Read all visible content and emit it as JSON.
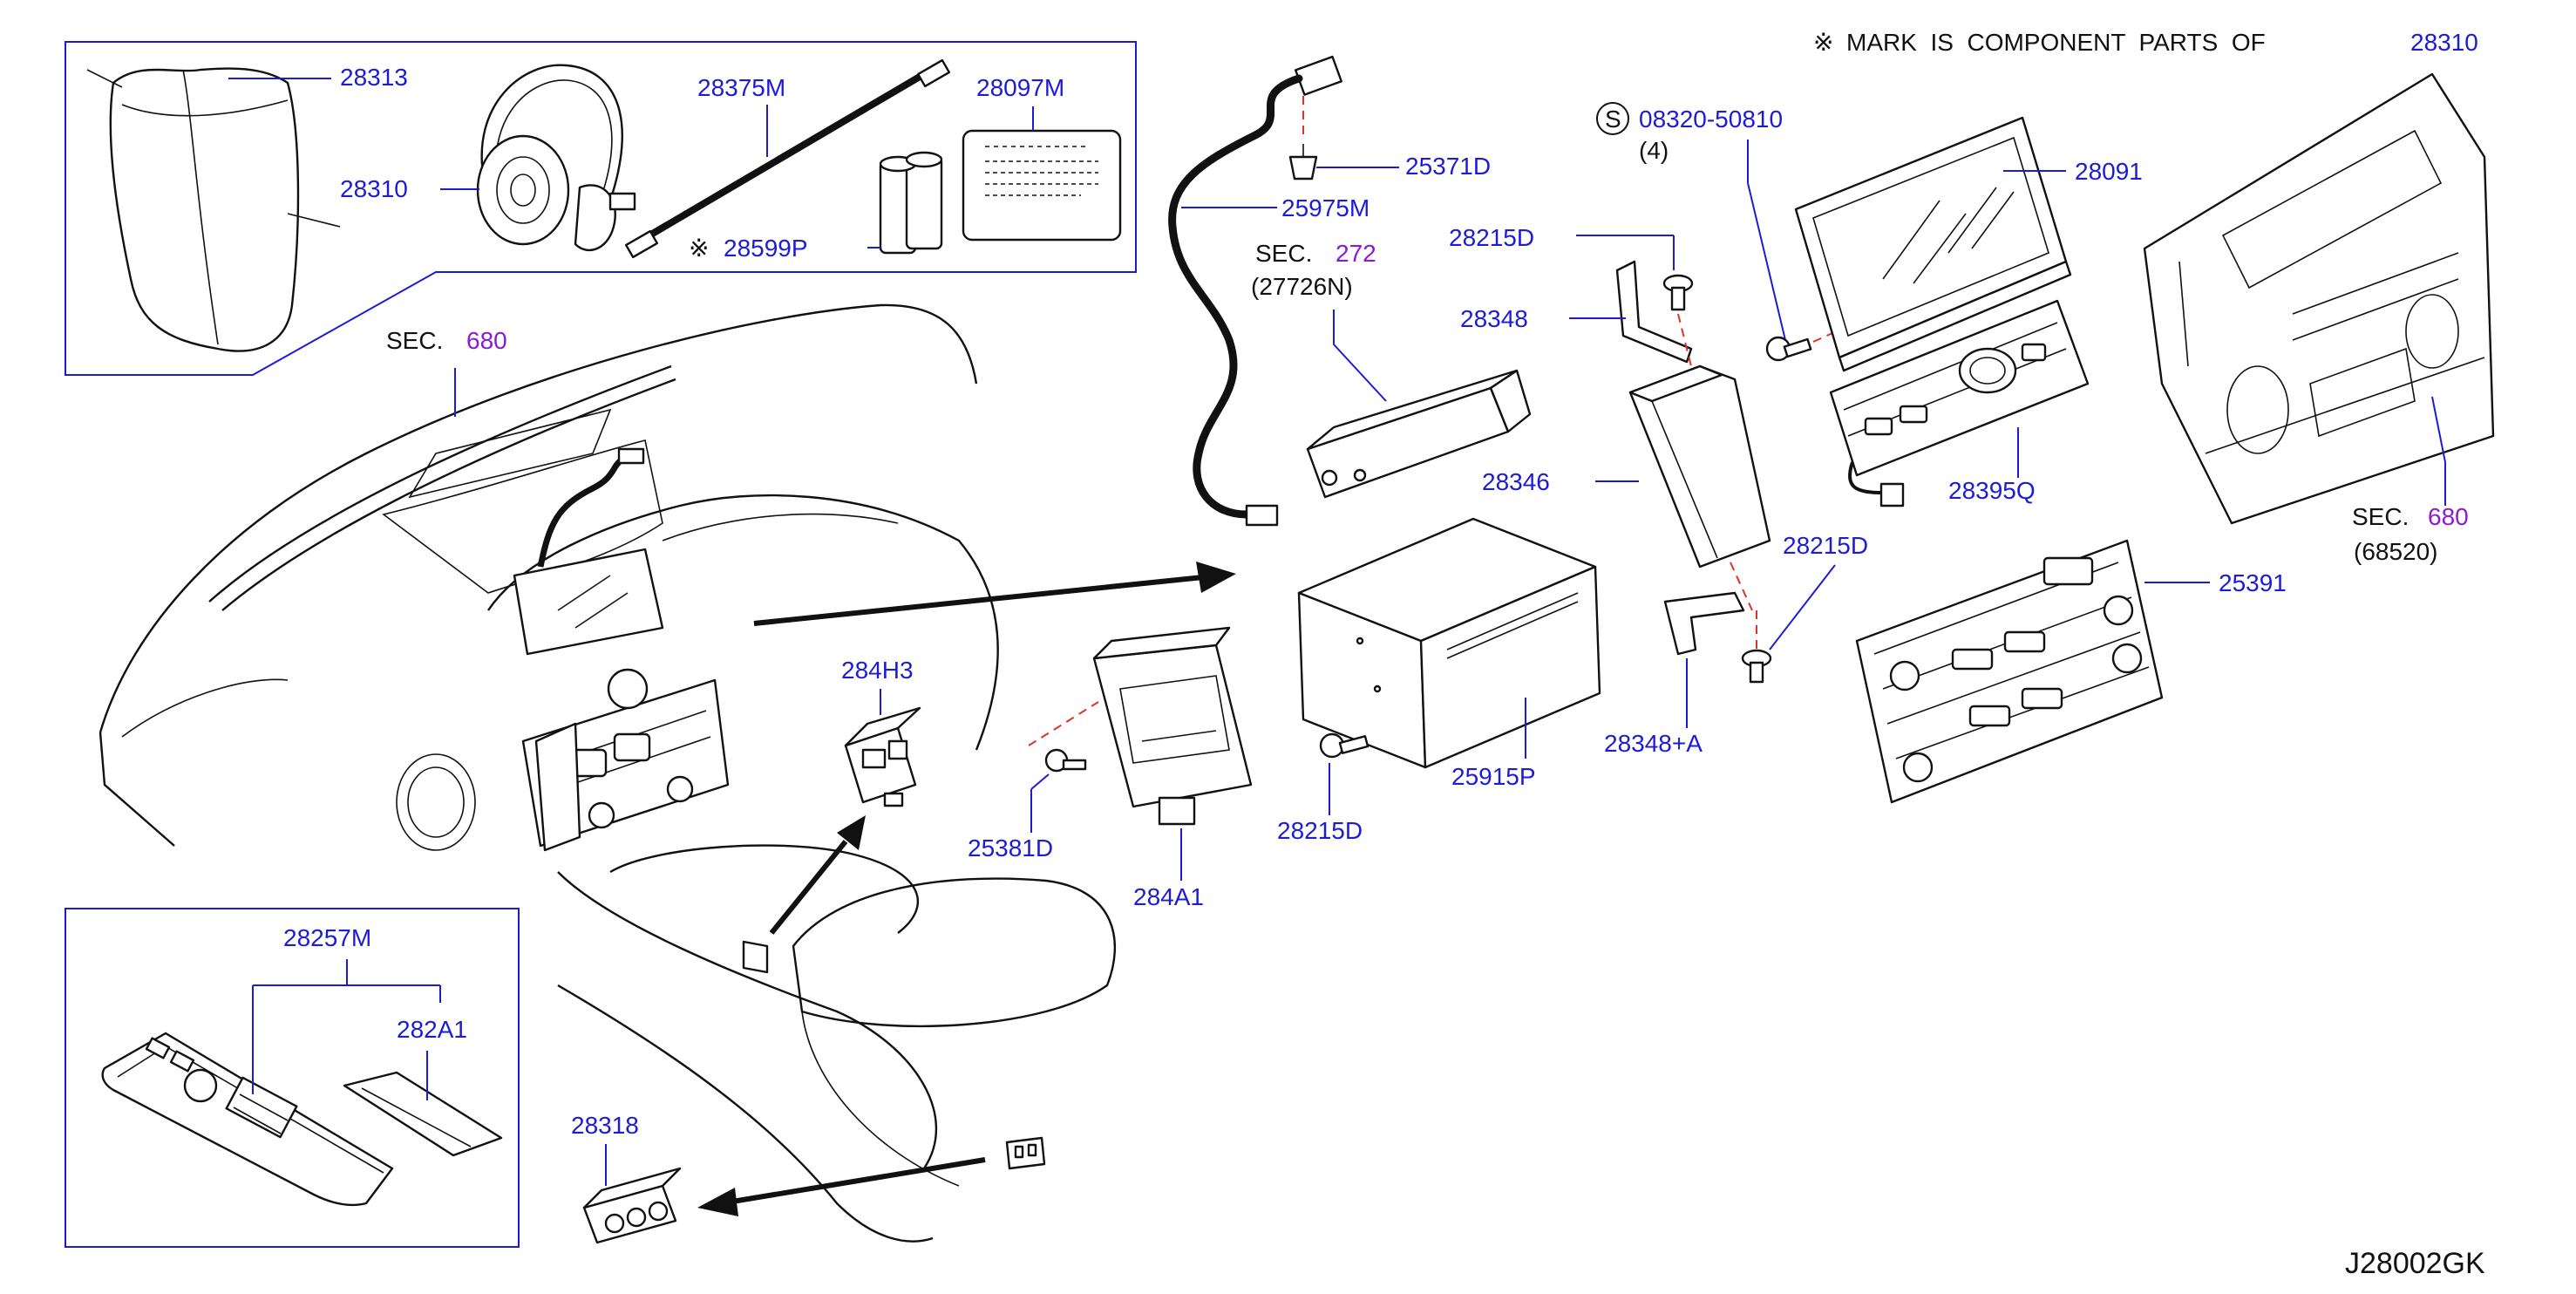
{
  "header": {
    "mark_symbol": "※",
    "mark_note": "MARK  IS  COMPONENT  PARTS  OF",
    "mark_part": "28310"
  },
  "diagram_id": "J28002GK",
  "labels": {
    "p28313": "28313",
    "p28310": "28310",
    "p28375M": "28375M",
    "p28097M": "28097M",
    "p28599P": "28599P",
    "p25975M": "25975M",
    "p25371D": "25371D",
    "sec272_prefix": "SEC.",
    "sec272_num": "272",
    "sec272_sub": "(27726N)",
    "p08320": "08320-50810",
    "p08320_qty": "(4)",
    "s_symbol": "S",
    "p28091": "28091",
    "p28215D_a": "28215D",
    "p28348": "28348",
    "p28346": "28346",
    "p28395Q": "28395Q",
    "p28215D_b": "28215D",
    "p28348A": "28348+A",
    "p25391": "25391",
    "sec680a_prefix": "SEC.",
    "sec680a_num": "680",
    "sec680b_prefix": "SEC.",
    "sec680b_num": "680",
    "sec680b_sub": "(68520)",
    "p284H3": "284H3",
    "p25381D": "25381D",
    "p284A1": "284A1",
    "p28215D_c": "28215D",
    "p25915P": "25915P",
    "p28257M": "28257M",
    "p282A1": "282A1",
    "p28318": "28318"
  },
  "colors": {
    "part_number": "#1c1cd6",
    "section_number": "#8a1ad6",
    "text": "#111111",
    "dashed_guide": "#e0302a"
  }
}
